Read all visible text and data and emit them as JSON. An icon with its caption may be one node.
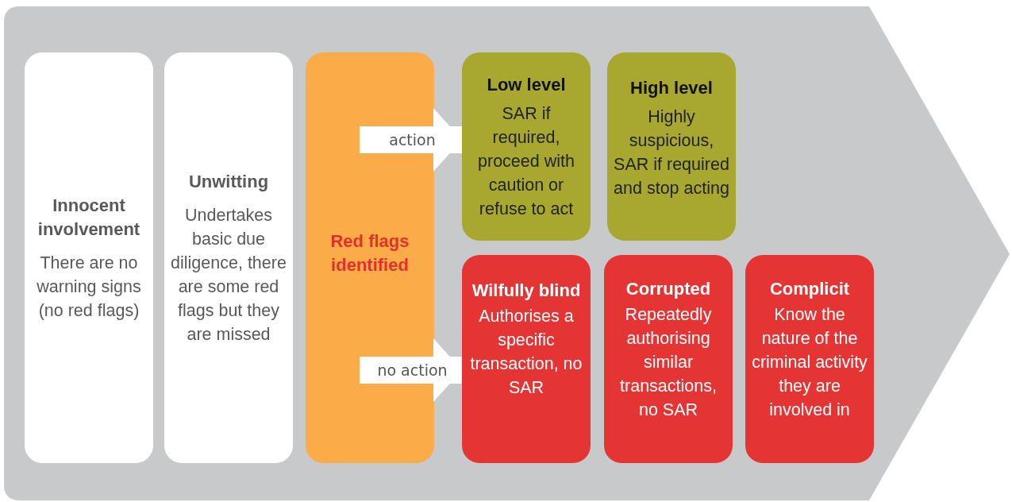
{
  "diagram": {
    "nodes": [
      {
        "text": [
          "Innocent involvement",
          "There are no warning signs (no red flags)"
        ]
      },
      {
        "text": [
          "Unwitting",
          "Undertakes basic due diligence, there are some red flags but they are missed"
        ]
      },
      {
        "text": [
          "Red flags identified"
        ]
      },
      {
        "text": [
          "Low level",
          "SAR if required, proceed with caution or refuse to act"
        ]
      },
      {
        "text": [
          "High level",
          "Highly suspicious, SAR if required and stop acting"
        ]
      },
      {
        "text": [
          "Wilfully blind",
          "Authorises a specific transaction, no SAR"
        ]
      },
      {
        "text": [
          "Corrupted",
          "Repeatedly authorising similar transactions, no SAR"
        ]
      },
      {
        "text": [
          "Complicit",
          "Know the nature of the criminal activity they are involved in"
        ]
      }
    ],
    "edges": [
      {
        "from": 2,
        "to": 3,
        "arrow": "to",
        "label": "action"
      },
      {
        "from": 2,
        "to": 5,
        "arrow": "to",
        "label": "no action"
      }
    ]
  }
}
